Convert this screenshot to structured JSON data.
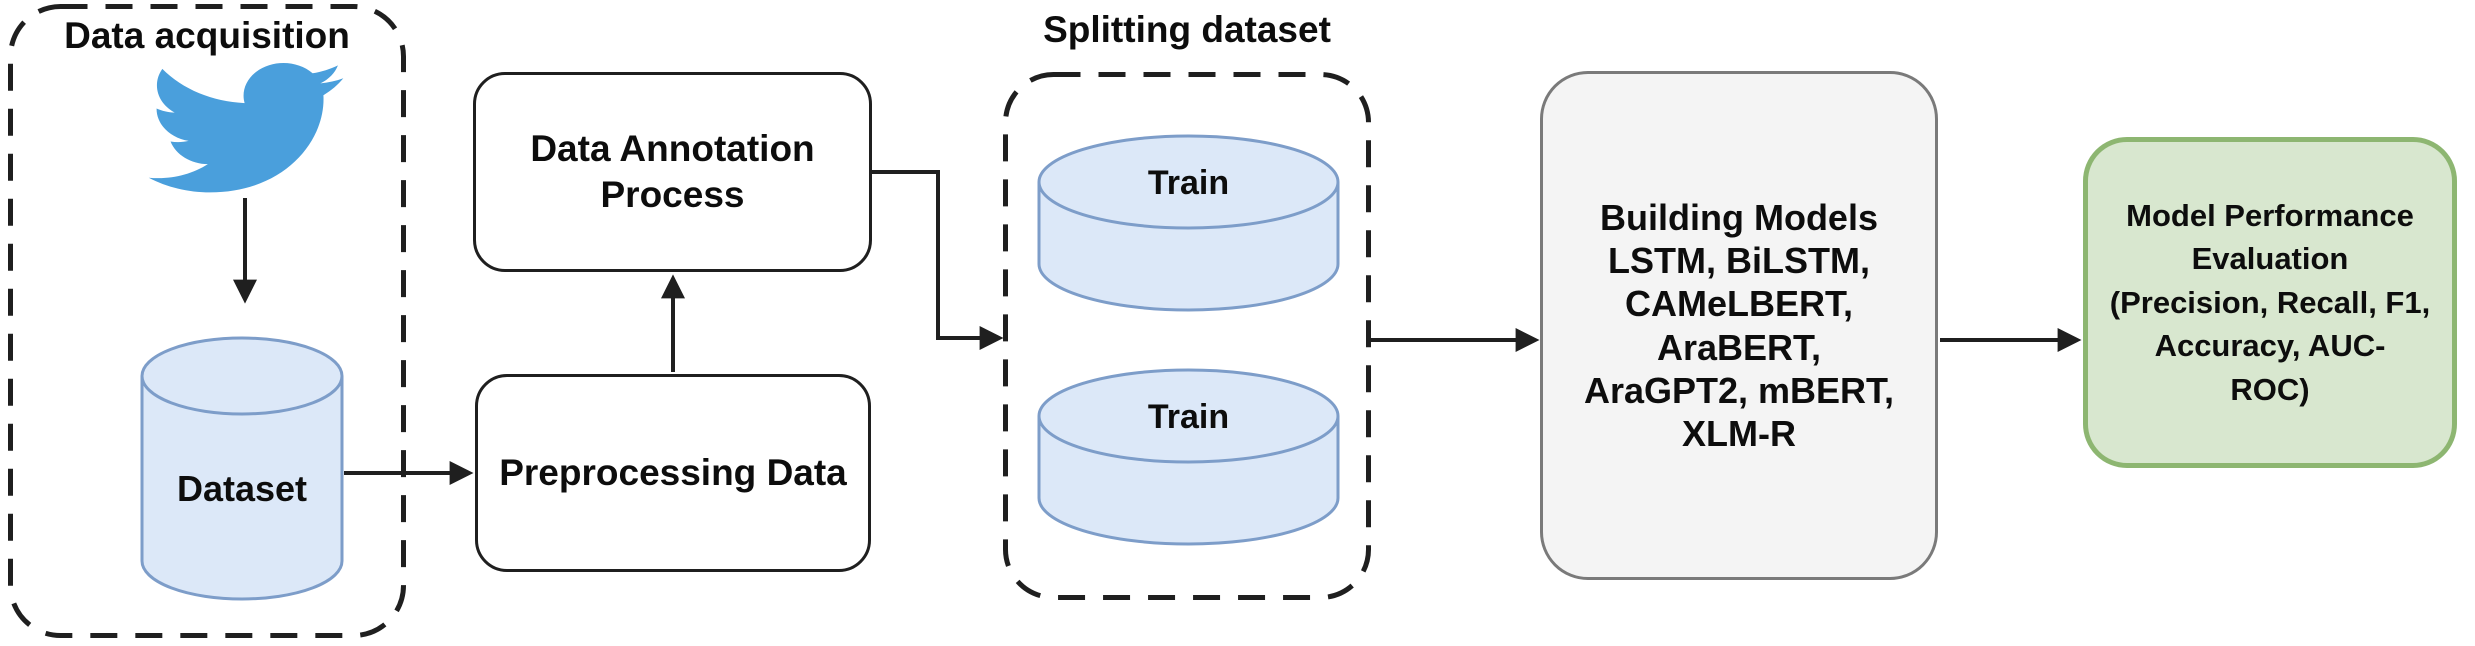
{
  "figure": {
    "acquisition": {
      "title": "Data acquisition",
      "source_icon": "twitter-bird-icon",
      "dataset_label": "Dataset"
    },
    "annotation": {
      "label": "Data Annotation\nProcess"
    },
    "preprocessing": {
      "label": "Preprocessing Data"
    },
    "splitting": {
      "title": "Splitting dataset",
      "disks": [
        {
          "label": "Train"
        },
        {
          "label": "Train"
        }
      ]
    },
    "building": {
      "label": "Building Models\nLSTM, BiLSTM,\nCAMeLBERT,\nAraBERT,\nAraGPT2, mBERT,\nXLM-R"
    },
    "evaluation": {
      "label": "Model Performance\nEvaluation\n(Precision, Recall, F1,\nAccuracy, AUC-\nROC)"
    }
  },
  "colors": {
    "twitter-blue": "#4a9fdc",
    "cylinder-fill": "#dce8f8",
    "cylinder-stroke": "#7d9dc9",
    "models-fill": "#f4f4f4",
    "models-stroke": "#7a7a7a",
    "eval-fill": "#d8e7cf",
    "eval-stroke": "#8db671",
    "line": "#1f1f1f"
  }
}
